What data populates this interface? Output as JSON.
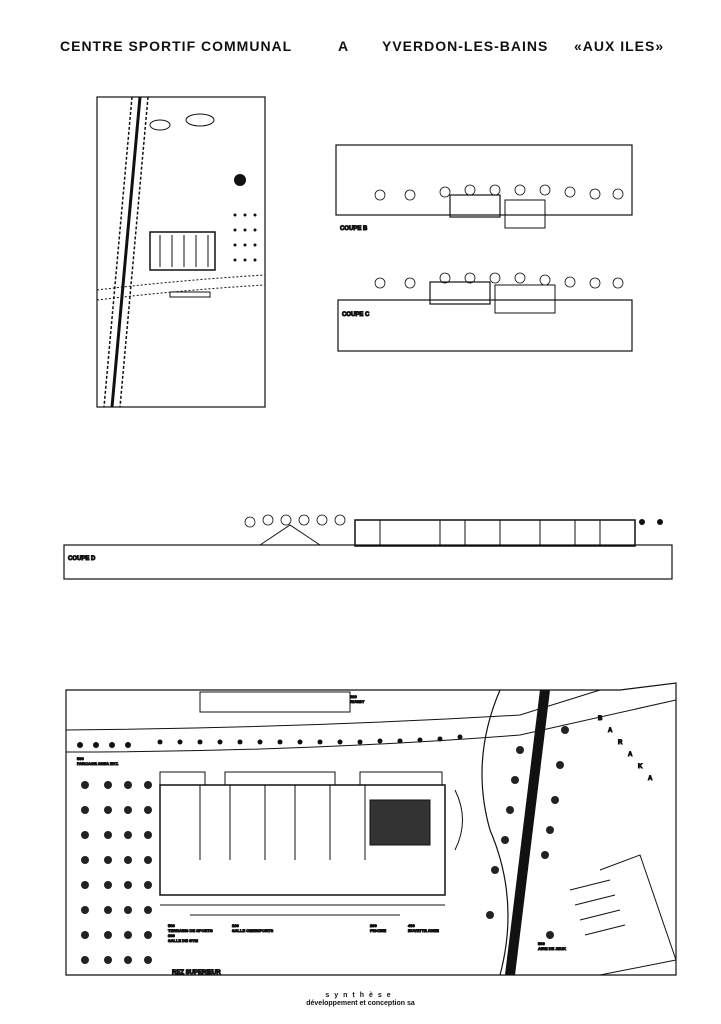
{
  "title": {
    "part1": "CENTRE SPORTIF COMMUNAL",
    "part2": "A",
    "part3": "YVERDON-LES-BAINS",
    "part4": "«AUX ILES»"
  },
  "sections": {
    "coupe_b": "COUPE B",
    "coupe_c": "COUPE C",
    "coupe_d": "COUPE D"
  },
  "plan": {
    "rugby": [
      "210",
      "RUGBY"
    ],
    "parking": [
      "500",
      "PARCAGE AREA EXT."
    ],
    "terrains": [
      "500",
      "TERRAINS DE SPORTS"
    ],
    "gym": [
      "300",
      "SALLE DE GYM"
    ],
    "omnisports": [
      "100",
      "SALLE OMNISPORTS"
    ],
    "piscine": [
      "200",
      "PISCINE"
    ],
    "buvette": [
      "400",
      "BUVETTE AREE"
    ],
    "aire": [
      "500",
      "AIRE DE JEUX"
    ],
    "baraka": [
      "B",
      "A",
      "R",
      "A",
      "K",
      "A"
    ],
    "level": "REZ SUPERIEUR"
  },
  "footer": {
    "brand": "synthèse",
    "tagline": "développement et conception sa"
  }
}
